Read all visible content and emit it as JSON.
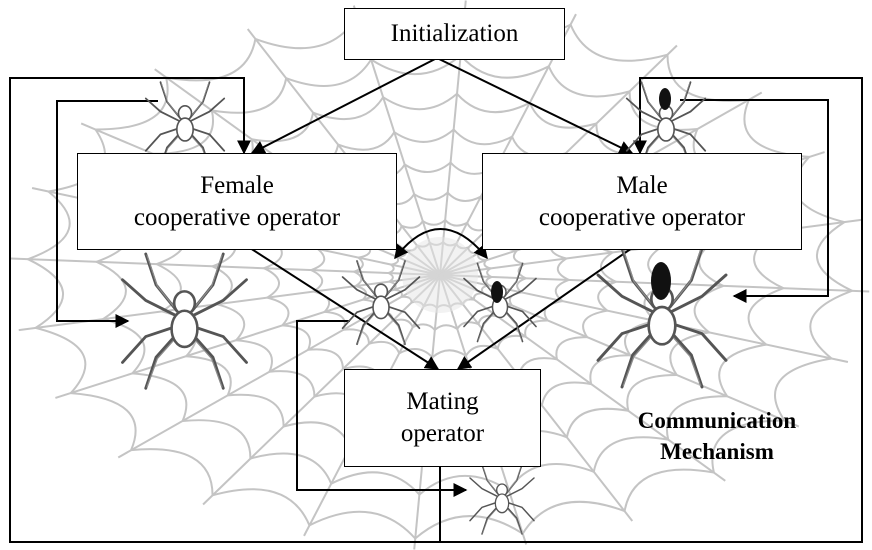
{
  "nodes": {
    "initialization": "Initialization",
    "female": [
      "Female",
      "cooperative operator"
    ],
    "male": [
      "Male",
      "cooperative operator"
    ],
    "mating": [
      "Mating",
      "operator"
    ]
  },
  "caption": [
    "Communication",
    "Mechanism"
  ],
  "colors": {
    "line": "#000000",
    "web": "#c4c4c4",
    "spider_stroke": "#555555",
    "male_marker": "#111111"
  },
  "icons": [
    "spider-web-background",
    "female-spider-icon",
    "male-spider-icon"
  ]
}
